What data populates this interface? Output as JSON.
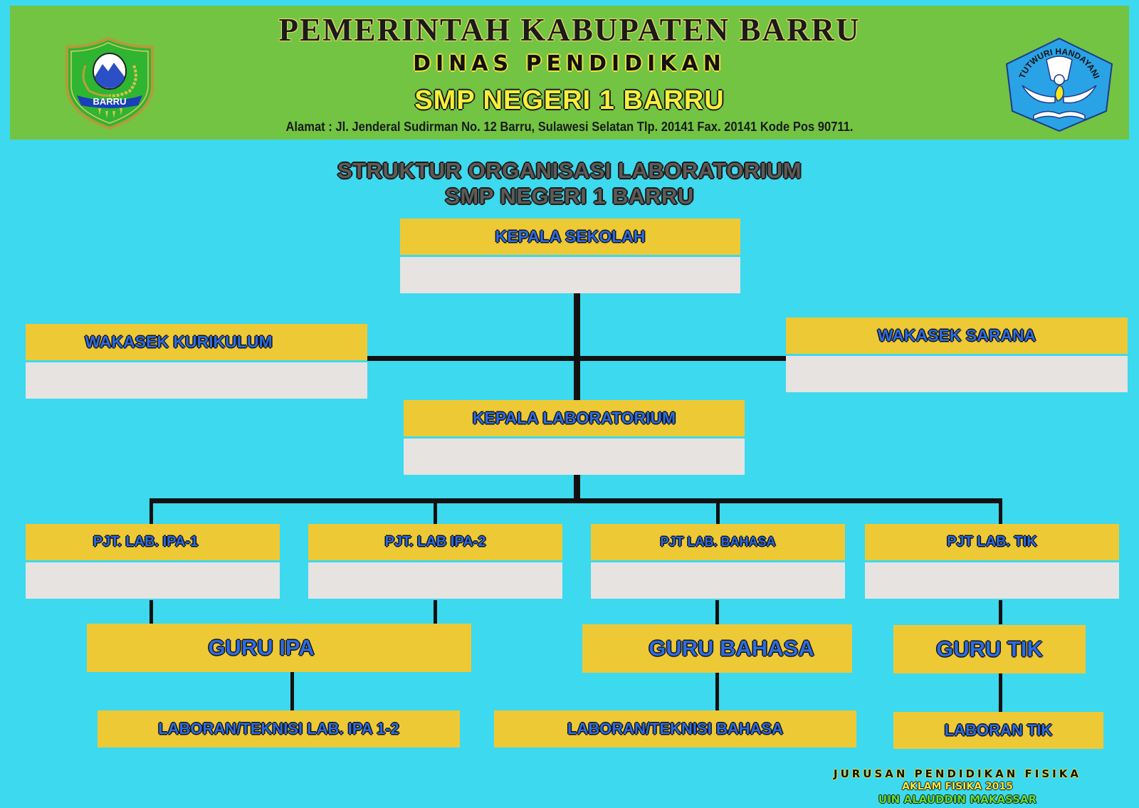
{
  "header": {
    "government": "PEMERINTAH KABUPATEN BARRU",
    "department": "DINAS PENDIDIKAN",
    "school": "SMP NEGERI 1 BARRU",
    "address": "Alamat : Jl. Jenderal Sudirman No. 12 Barru, Sulawesi Selatan Tlp. 20141 Fax. 20141 Kode Pos 90711.",
    "logo_left": {
      "icon": "barru-regency-shield-icon",
      "banner_text": "BARRU"
    },
    "logo_right": {
      "icon": "tutwuri-handayani-icon",
      "arc_text": "TUTWURI HANDAYANI"
    }
  },
  "title": {
    "line1": "STRUKTUR ORGANISASI LABORATORIUM",
    "line2": "SMP NEGERI 1 BARRU"
  },
  "org_chart": {
    "kepala_sekolah": {
      "label": "KEPALA SEKOLAH",
      "name": ""
    },
    "wakasek_kurikulum": {
      "label": "WAKASEK KURIKULUM",
      "name": ""
    },
    "wakasek_sarana": {
      "label": "WAKASEK SARANA",
      "name": ""
    },
    "kepala_laboratorium": {
      "label": "KEPALA LABORATORIUM",
      "name": ""
    },
    "pjt": [
      {
        "label": "PJT. LAB. IPA-1",
        "name": ""
      },
      {
        "label": "PJT. LAB IPA-2",
        "name": ""
      },
      {
        "label": "PJT LAB. BAHASA",
        "name": ""
      },
      {
        "label": "PJT LAB. TIK",
        "name": ""
      }
    ],
    "guru": [
      {
        "label": "GURU IPA"
      },
      {
        "label": "GURU BAHASA"
      },
      {
        "label": "GURU TIK"
      }
    ],
    "laboran": [
      {
        "label": "LABORAN/TEKNISI LAB. IPA 1-2"
      },
      {
        "label": "LABORAN/TEKNISI BAHASA"
      },
      {
        "label": "LABORAN TIK"
      }
    ]
  },
  "footer": {
    "line1": "JURUSAN PENDIDIKAN FISIKA",
    "line2": "AKLAM FISIKA 2015",
    "line3": "UIN ALAUDDIN MAKASSAR"
  },
  "colors": {
    "background": "#3dd9ee",
    "header_bg": "#73c442",
    "label_bg": "#eec936",
    "name_bg": "#e6e3e1",
    "label_text": "#2d6be0",
    "connector": "#111111"
  }
}
